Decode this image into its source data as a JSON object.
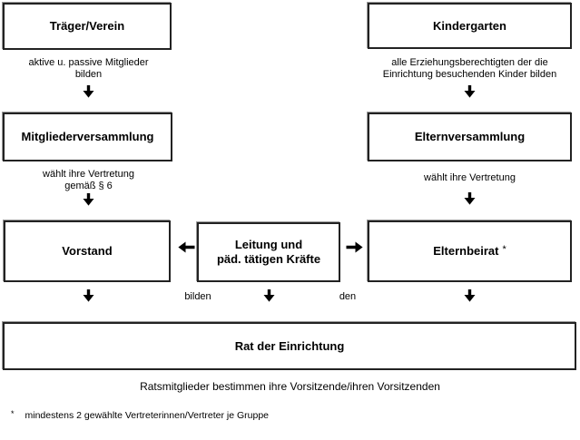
{
  "boxes": {
    "traeger": "Träger/Verein",
    "kindergarten": "Kindergarten",
    "mitgliederversammlung": "Mitgliederversammlung",
    "elternversammlung": "Elternversammlung",
    "vorstand": "Vorstand",
    "leitung_line1": "Leitung und",
    "leitung_line2": "päd. tätigen Kräfte",
    "elternbeirat": "Elternbeirat",
    "elternbeirat_mark": "*",
    "rat": "Rat der Einrichtung"
  },
  "notes": {
    "left_top_line1": "aktive u. passive Mitglieder",
    "left_top_line2": "bilden",
    "right_top_line1": "alle Erziehungsberechtigten der die",
    "right_top_line2": "Einrichtung besuchenden Kinder bilden",
    "left_mid_line1": "wählt ihre Vertretung",
    "left_mid_line2": "gemäß § 6",
    "right_mid": "wählt ihre Vertretung",
    "bilden": "bilden",
    "den": "den",
    "rat_caption": "Ratsmitglieder bestimmen ihre Vorsitzende/ihren Vorsitzenden"
  },
  "footnote": {
    "marker": "*",
    "text": "mindestens 2 gewählte Vertreterinnen/Vertreter je Gruppe"
  },
  "icons": {
    "arrow_down": "↓",
    "arrow_left": "←",
    "arrow_right": "→"
  },
  "colors": {
    "text": "#000000",
    "border": "#222222",
    "background": "#ffffff"
  }
}
